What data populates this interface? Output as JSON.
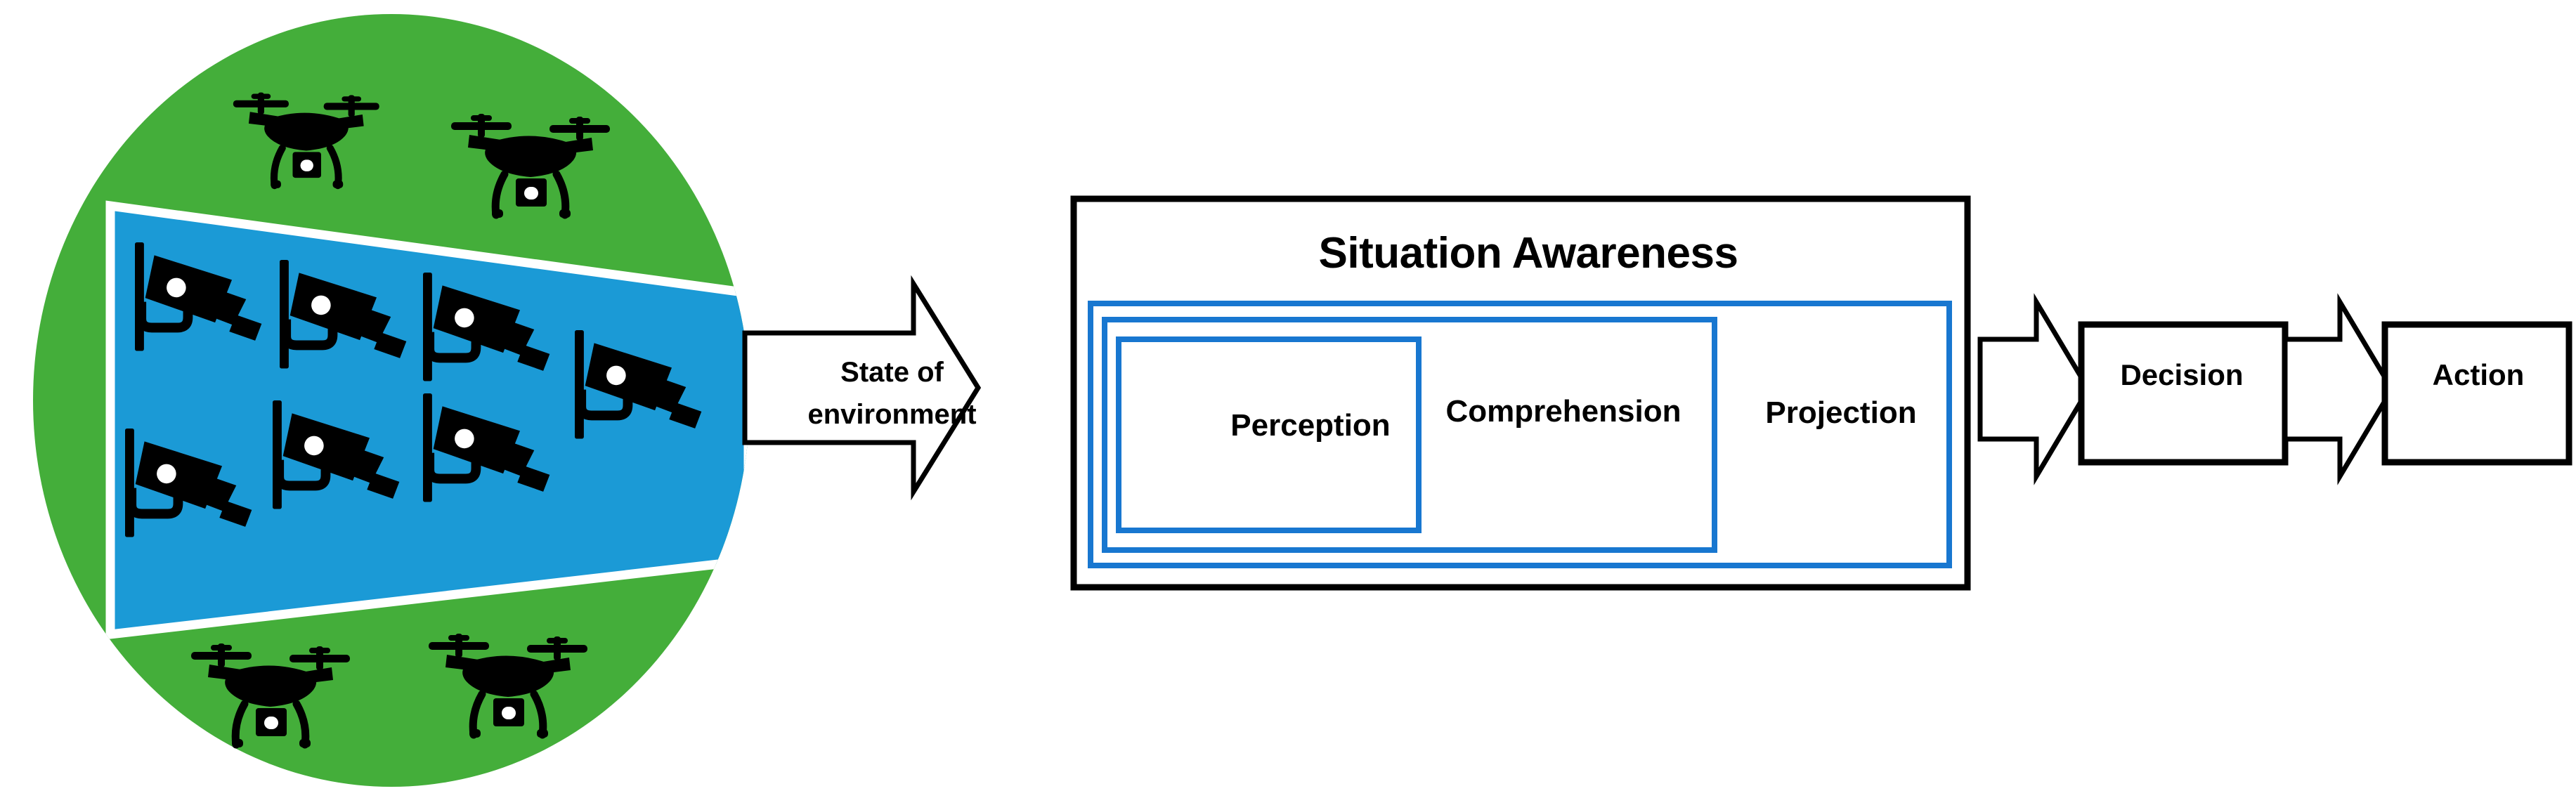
{
  "diagram": {
    "title": "Situation Awareness model with UAV and CCTV sensing environment",
    "type": "flow-diagram"
  },
  "environment": {
    "name": "environment-circle",
    "shape": "circle",
    "fill_color": "#44AE3A",
    "drones": [
      {
        "id": "drone-top-left",
        "label": "drone-icon"
      },
      {
        "id": "drone-top-right",
        "label": "drone-icon"
      },
      {
        "id": "drone-bottom-left",
        "label": "drone-icon"
      },
      {
        "id": "drone-bottom-right",
        "label": "drone-icon"
      }
    ],
    "fov": {
      "name": "field-of-view-trapezoid",
      "fill_color": "#1B9AD6",
      "outline_color": "#FFFFFF",
      "cameras": [
        {
          "id": "cctv-1",
          "label": "cctv-camera-icon"
        },
        {
          "id": "cctv-2",
          "label": "cctv-camera-icon"
        },
        {
          "id": "cctv-3",
          "label": "cctv-camera-icon"
        },
        {
          "id": "cctv-4",
          "label": "cctv-camera-icon"
        },
        {
          "id": "cctv-5",
          "label": "cctv-camera-icon"
        },
        {
          "id": "cctv-6",
          "label": "cctv-camera-icon"
        },
        {
          "id": "cctv-7",
          "label": "cctv-camera-icon"
        }
      ],
      "camera_count": 7
    },
    "drone_count": 4
  },
  "flow": {
    "state_arrow_label": "State of\nenvironment",
    "arrow_color": "#000000"
  },
  "situation_awareness": {
    "title": "Situation Awareness",
    "border_color": "#000000",
    "nested_border_color": "#1877D0",
    "levels": [
      {
        "name": "projection",
        "label": "Projection",
        "order": 3
      },
      {
        "name": "comprehension",
        "label": "Comprehension",
        "order": 2
      },
      {
        "name": "perception",
        "label": "Perception",
        "order": 1
      }
    ]
  },
  "stages": [
    {
      "name": "decision",
      "label": "Decision"
    },
    {
      "name": "action",
      "label": "Action"
    }
  ],
  "colors": {
    "green": "#44AE3A",
    "blue_fill": "#1B9AD6",
    "blue_stroke": "#1877D0",
    "black": "#000000",
    "white": "#FFFFFF"
  }
}
